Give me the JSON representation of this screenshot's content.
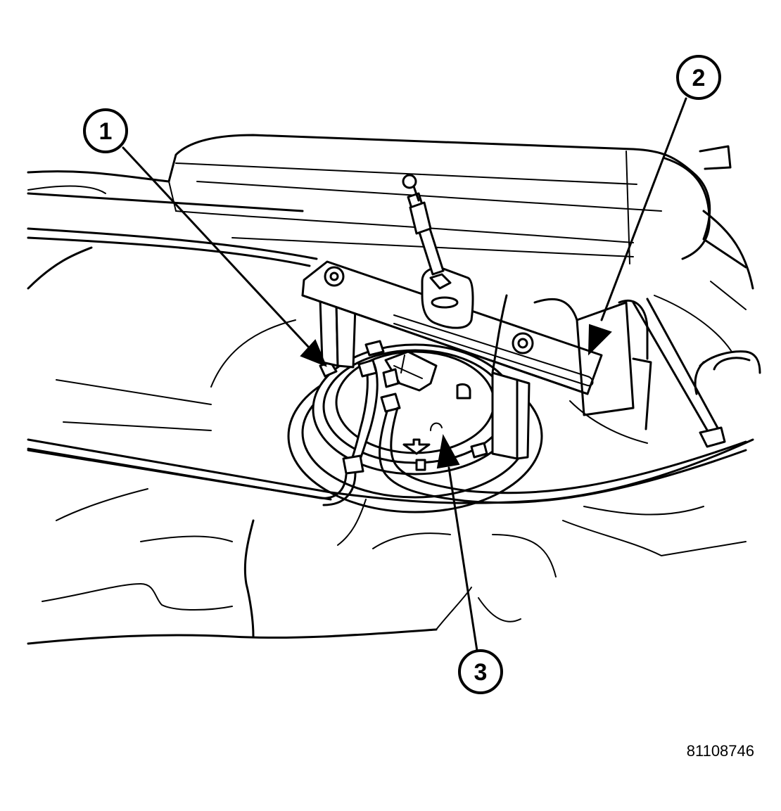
{
  "callouts": [
    {
      "id": "1",
      "label": "1"
    },
    {
      "id": "2",
      "label": "2"
    },
    {
      "id": "3",
      "label": "3"
    }
  ],
  "figure_id": "81108746"
}
